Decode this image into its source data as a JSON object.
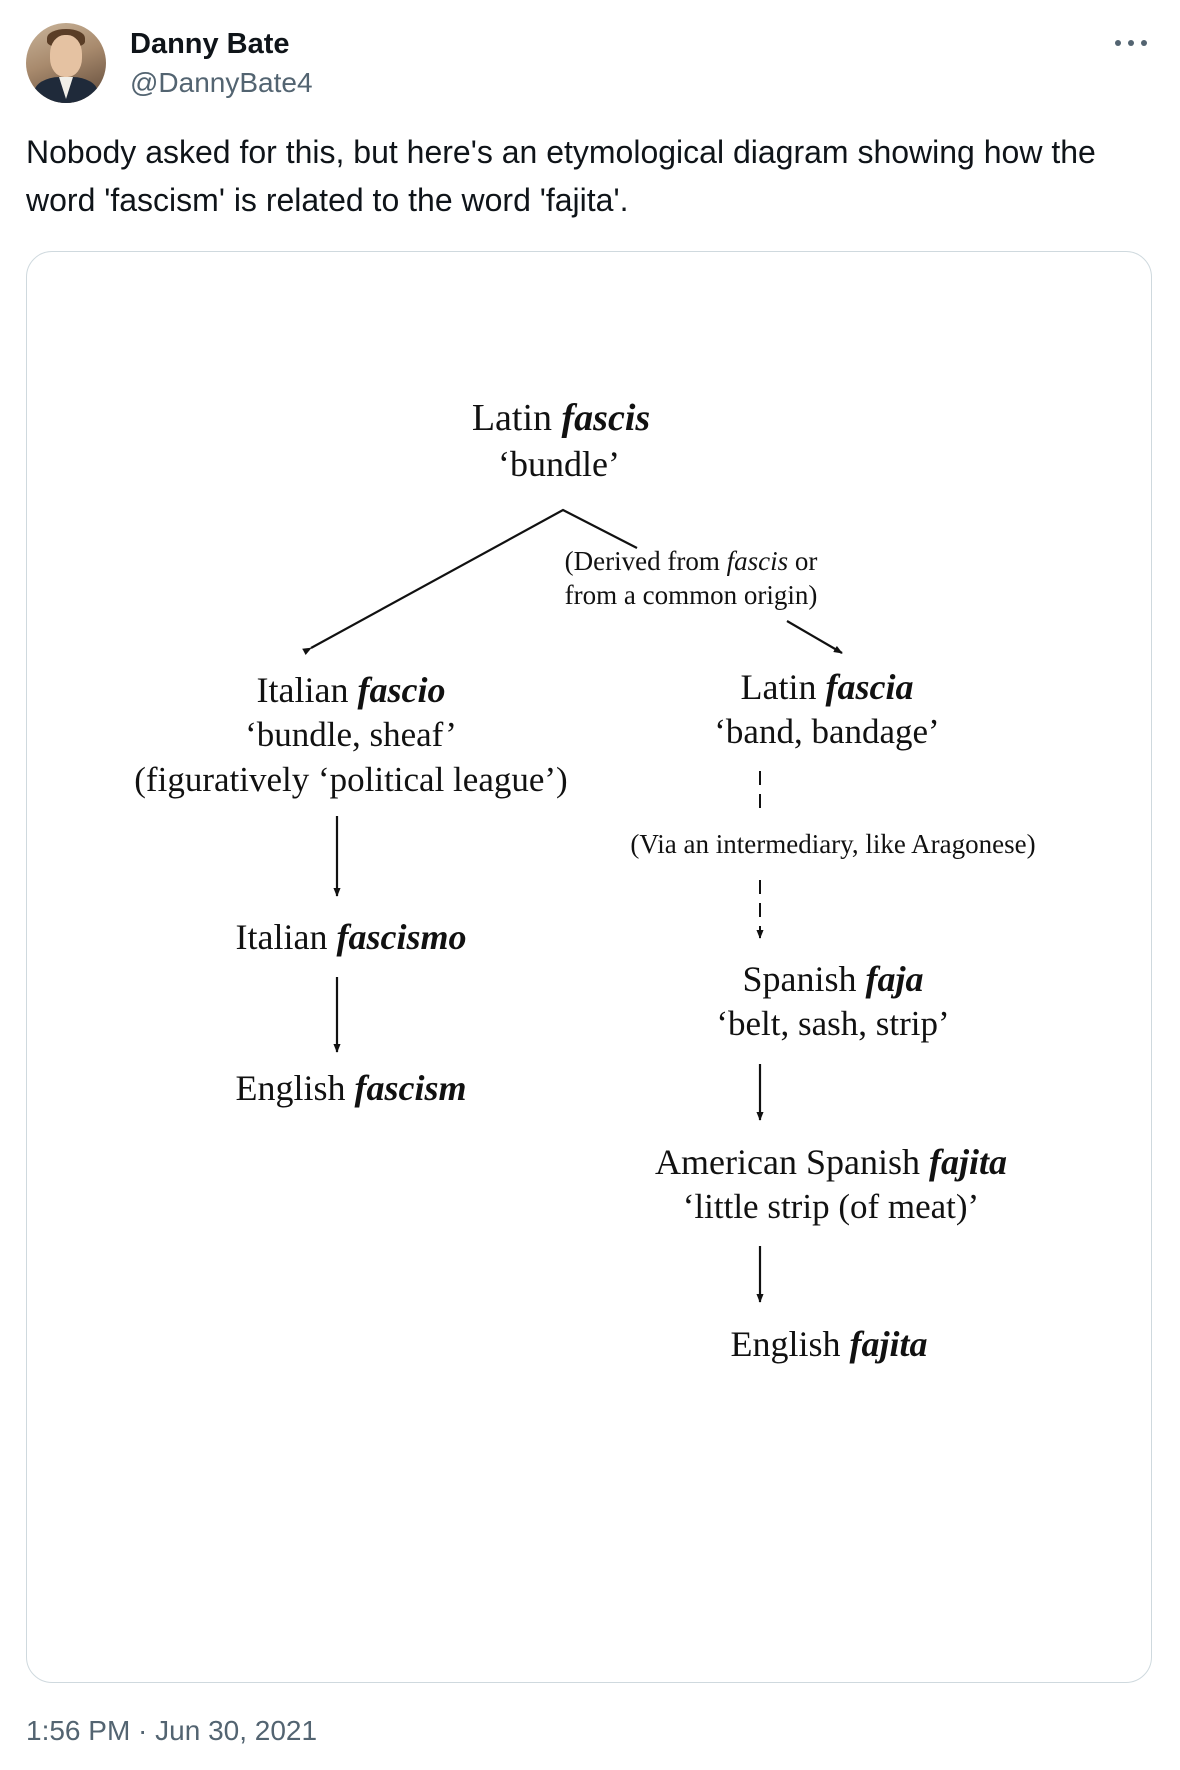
{
  "author": {
    "name": "Danny Bate",
    "handle": "@DannyBate4"
  },
  "menu": {
    "more_glyph": "•••"
  },
  "tweet": {
    "text": "Nobody asked for this, but here's an etymological diagram showing how the word 'fascism' is related to the word 'fajita'.",
    "timestamp": "1:56 PM · Jun 30, 2021"
  },
  "diagram": {
    "root": {
      "lang": "Latin",
      "word": "fascis",
      "gloss": "‘bundle’"
    },
    "left": [
      {
        "lang": "Italian",
        "word": "fascio",
        "gloss": "‘bundle, sheaf’",
        "note": "(figuratively ‘political league’)"
      },
      {
        "lang": "Italian",
        "word": "fascismo"
      },
      {
        "lang": "English",
        "word": "fascism"
      }
    ],
    "right": [
      {
        "lang": "Latin",
        "word": "fascia",
        "gloss": "‘band, bandage’"
      },
      {
        "lang": "Spanish",
        "word": "faja",
        "gloss": "‘belt, sash, strip’"
      },
      {
        "lang": "American Spanish",
        "word": "fajita",
        "gloss": "‘little strip (of meat)’"
      },
      {
        "lang": "English",
        "word": "fajita"
      }
    ],
    "derived_note": {
      "line1_pre": "(Derived from",
      "line1_word": "fascis",
      "line1_post": "or",
      "line2": "from a common origin)"
    },
    "via_note": "(Via an intermediary, like Aragonese)"
  }
}
